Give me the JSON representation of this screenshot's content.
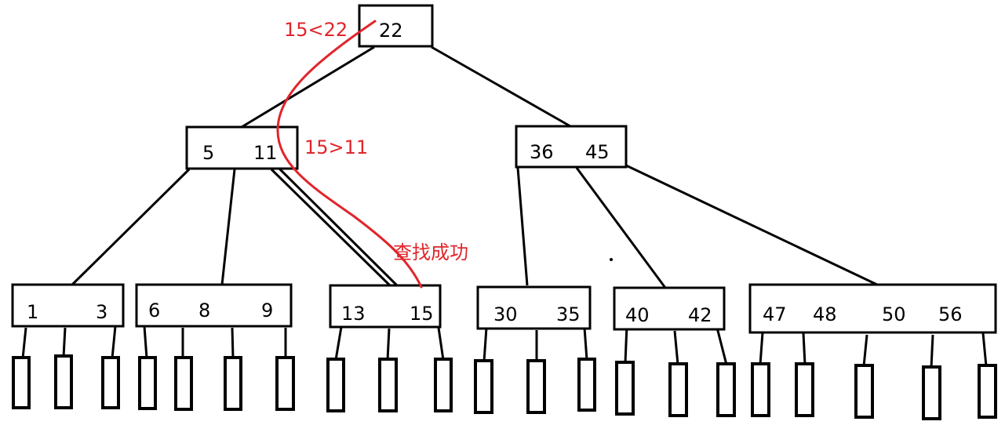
{
  "tree": {
    "root": {
      "keys": [
        "22"
      ]
    },
    "level1": [
      {
        "keys": [
          "5",
          "11"
        ]
      },
      {
        "keys": [
          "36",
          "45"
        ]
      }
    ],
    "leaves": [
      {
        "keys": [
          "1",
          "3"
        ]
      },
      {
        "keys": [
          "6",
          "8",
          "9"
        ]
      },
      {
        "keys": [
          "13",
          "15"
        ]
      },
      {
        "keys": [
          "30",
          "35"
        ]
      },
      {
        "keys": [
          "40",
          "42"
        ]
      },
      {
        "keys": [
          "47",
          "48",
          "50",
          "56"
        ]
      }
    ]
  },
  "search_path": {
    "color": "#e0252b",
    "annotations": {
      "root_compare": "15<22",
      "level1_compare": "15>11",
      "result": "查找成功"
    }
  }
}
